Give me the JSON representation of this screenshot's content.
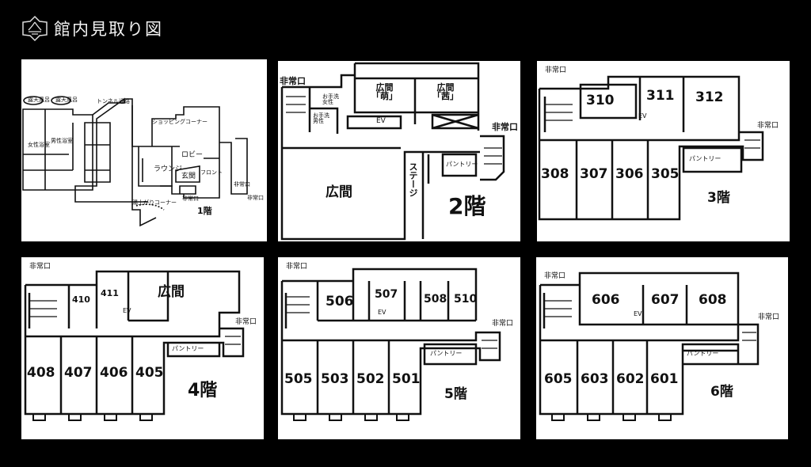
{
  "header": {
    "title": "館内見取り図",
    "logo_icon": "crest-icon"
  },
  "floors": [
    {
      "label": "1階",
      "rooms": {
        "rotenburo_f": "露天風呂",
        "rotenburo_m": "露天風呂",
        "tunnel": "トンネル通路",
        "women_bath": "女性浴室",
        "men_bath": "男性浴室",
        "lounge": "ラウンジ",
        "lobby": "ロビー",
        "entrance": "玄関",
        "front": "フロント",
        "shop": "ショッピングコーナー",
        "yuagari": "湯上がりコーナー",
        "exit1": "非常口",
        "exit2": "非常口",
        "exit3": "非常口"
      }
    },
    {
      "label": "2階",
      "rooms": {
        "hall_main": "広間",
        "hall_moe": "広間\n「萌」",
        "hall_akane": "広間\n「茜」",
        "stage": "ステージ",
        "pantry": "パントリー",
        "ev": "EV",
        "wc_f": "お手洗\n女性",
        "wc_m": "お手洗\n男性",
        "exit1": "非常口",
        "exit2": "非常口"
      }
    },
    {
      "label": "3階",
      "rooms": [
        "310",
        "311",
        "312",
        "308",
        "307",
        "306",
        "305"
      ],
      "pantry": "パントリー",
      "ev": "EV",
      "exit1": "非常口",
      "exit2": "非常口"
    },
    {
      "label": "4階",
      "rooms": [
        "410",
        "411",
        "408",
        "407",
        "406",
        "405"
      ],
      "hall": "広間",
      "pantry": "パントリー",
      "ev": "EV",
      "exit1": "非常口",
      "exit2": "非常口"
    },
    {
      "label": "5階",
      "rooms": [
        "506",
        "507",
        "508",
        "510",
        "505",
        "503",
        "502",
        "501"
      ],
      "pantry": "パントリー",
      "ev": "EV",
      "exit1": "非常口",
      "exit2": "非常口"
    },
    {
      "label": "6階",
      "rooms": [
        "606",
        "607",
        "608",
        "605",
        "603",
        "602",
        "601"
      ],
      "pantry": "パントリー",
      "ev": "EV",
      "exit1": "非常口",
      "exit2": "非常口"
    }
  ]
}
